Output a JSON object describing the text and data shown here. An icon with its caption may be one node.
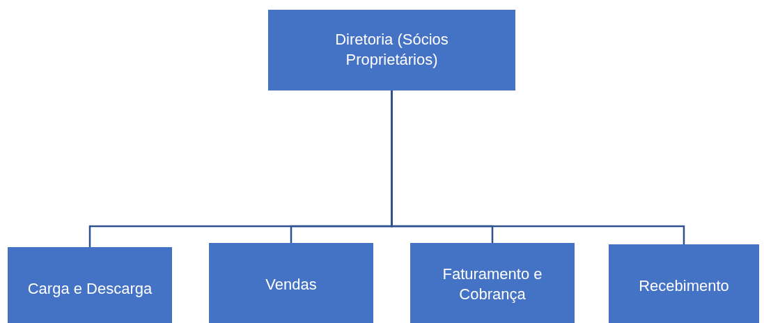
{
  "diagram": {
    "nodes": [
      {
        "text": [
          "Diretoria (Sócios Proprietários)"
        ]
      },
      {
        "text": [
          "Carga e Descarga"
        ]
      },
      {
        "text": [
          "Vendas"
        ]
      },
      {
        "text": [
          "Faturamento e Cobrança"
        ]
      },
      {
        "text": [
          "Recebimento"
        ]
      }
    ],
    "edges": [
      {
        "from": 0,
        "to": 1,
        "arrow": "none"
      },
      {
        "from": 0,
        "to": 2,
        "arrow": "none"
      },
      {
        "from": 0,
        "to": 3,
        "arrow": "none"
      },
      {
        "from": 0,
        "to": 4,
        "arrow": "none"
      }
    ]
  }
}
